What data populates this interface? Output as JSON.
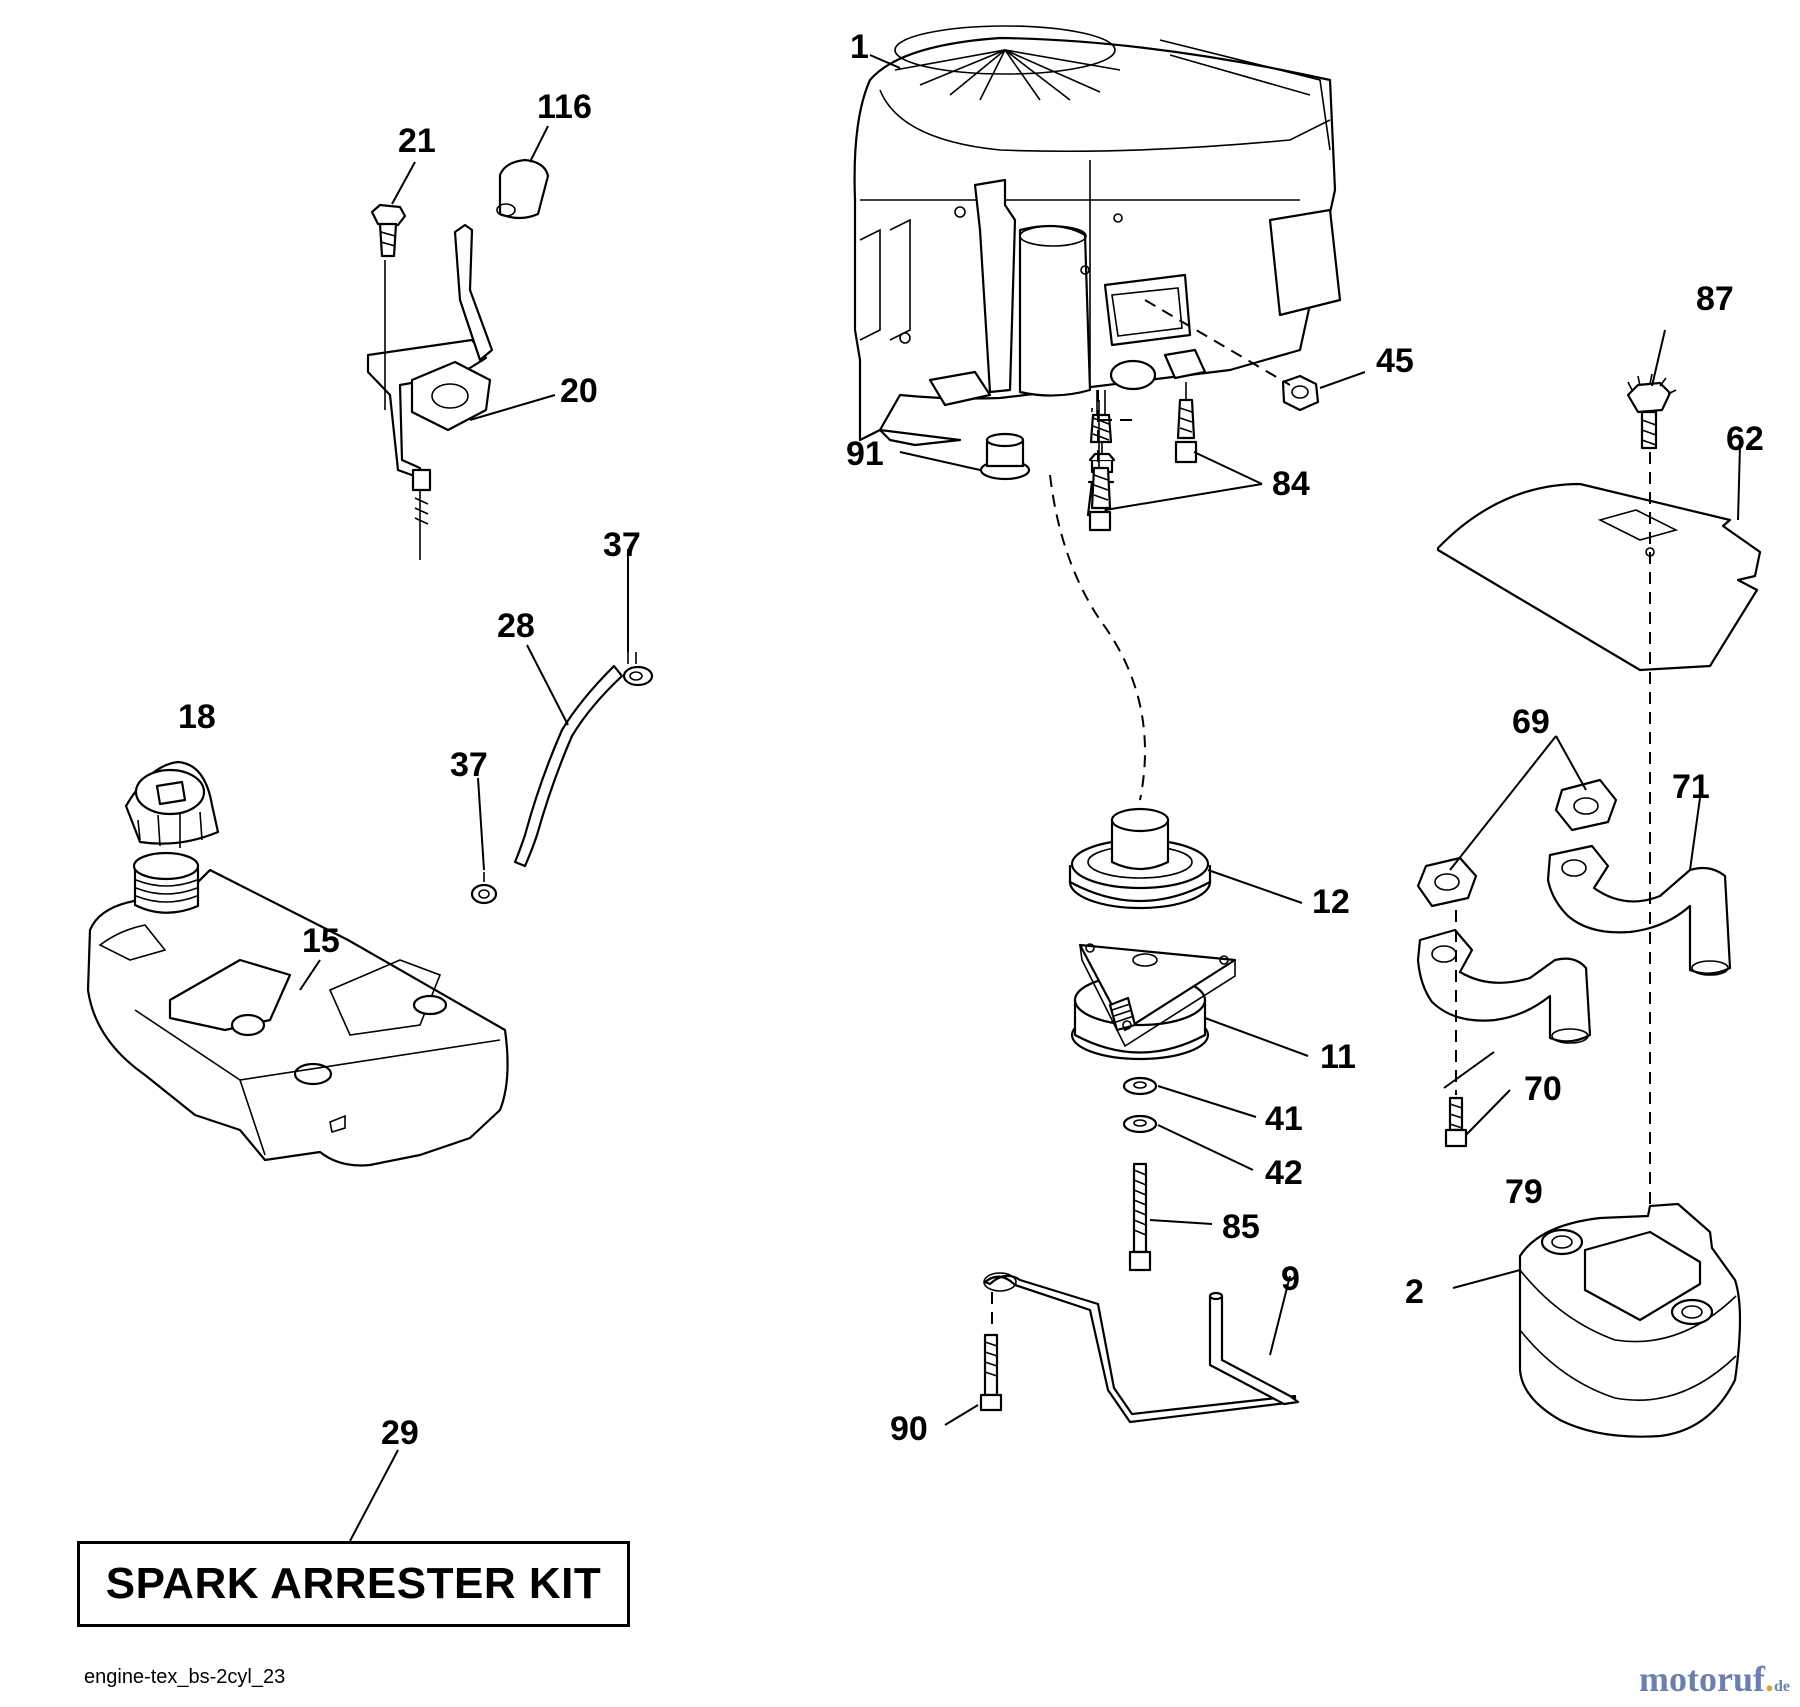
{
  "diagram": {
    "callouts": {
      "c1": "1",
      "c2": "2",
      "c9": "9",
      "c11": "11",
      "c12": "12",
      "c15": "15",
      "c18": "18",
      "c20": "20",
      "c21": "21",
      "c28": "28",
      "c29": "29",
      "c37a": "37",
      "c37b": "37",
      "c41": "41",
      "c42": "42",
      "c45": "45",
      "c62": "62",
      "c69": "69",
      "c70": "70",
      "c71": "71",
      "c79": "79",
      "c84": "84",
      "c85": "85",
      "c87": "87",
      "c90": "90",
      "c91": "91",
      "c116": "116"
    },
    "kit_label": "SPARK ARRESTER KIT",
    "drawing_ref": "engine-tex_bs-2cyl_23",
    "brand": {
      "name": "motoruf",
      "dot": ".",
      "tld": "de"
    }
  }
}
